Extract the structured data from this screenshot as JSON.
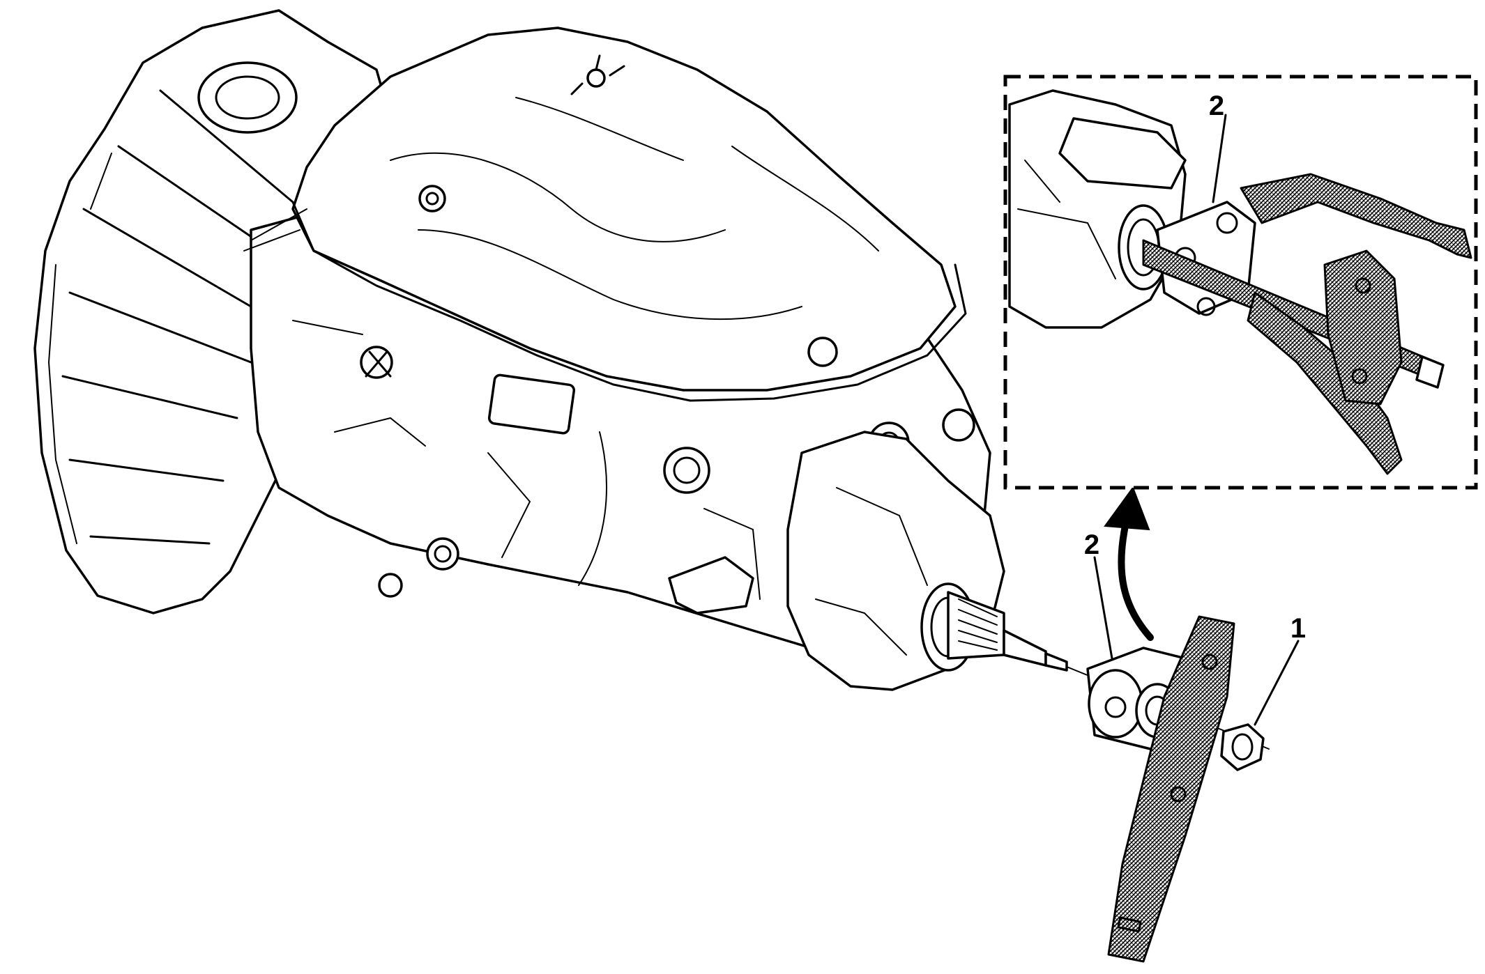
{
  "callouts": {
    "nut": "1",
    "flange_main": "2",
    "flange_inset": "2"
  }
}
